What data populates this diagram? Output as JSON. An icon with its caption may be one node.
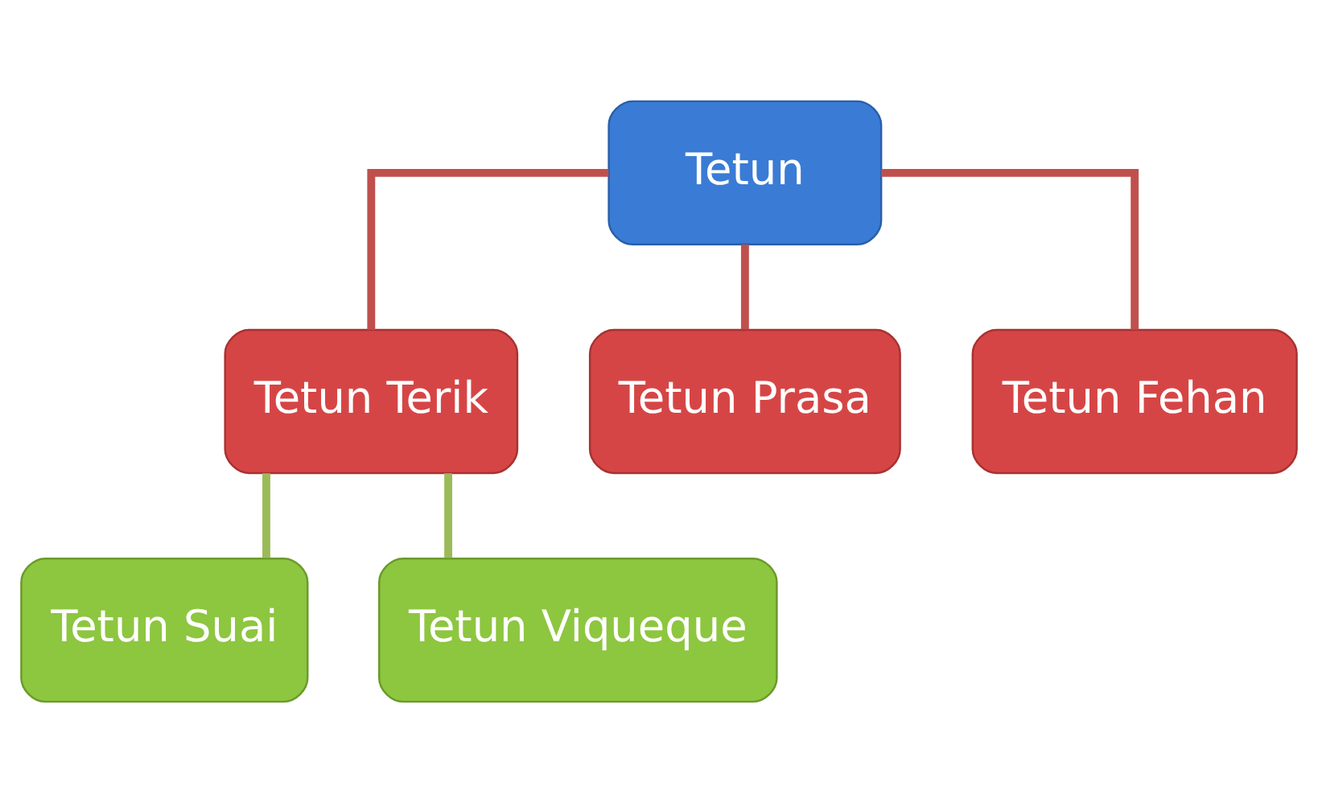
{
  "diagram": {
    "nodes": [
      {
        "text": [
          "Tetun"
        ]
      },
      {
        "text": [
          "Tetun Terik"
        ]
      },
      {
        "text": [
          "Tetun Prasa"
        ]
      },
      {
        "text": [
          "Tetun Fehan"
        ]
      },
      {
        "text": [
          "Tetun Suai"
        ]
      },
      {
        "text": [
          "Tetun Viqueque"
        ]
      }
    ],
    "edges": [
      {
        "from": 0,
        "to": 1,
        "arrow": "none"
      },
      {
        "from": 0,
        "to": 2,
        "arrow": "none"
      },
      {
        "from": 0,
        "to": 3,
        "arrow": "none"
      },
      {
        "from": 1,
        "to": 4,
        "arrow": "none",
        "color": "#9bbb59"
      },
      {
        "from": 1,
        "to": 5,
        "arrow": "none",
        "color": "#9bbb59"
      }
    ]
  }
}
